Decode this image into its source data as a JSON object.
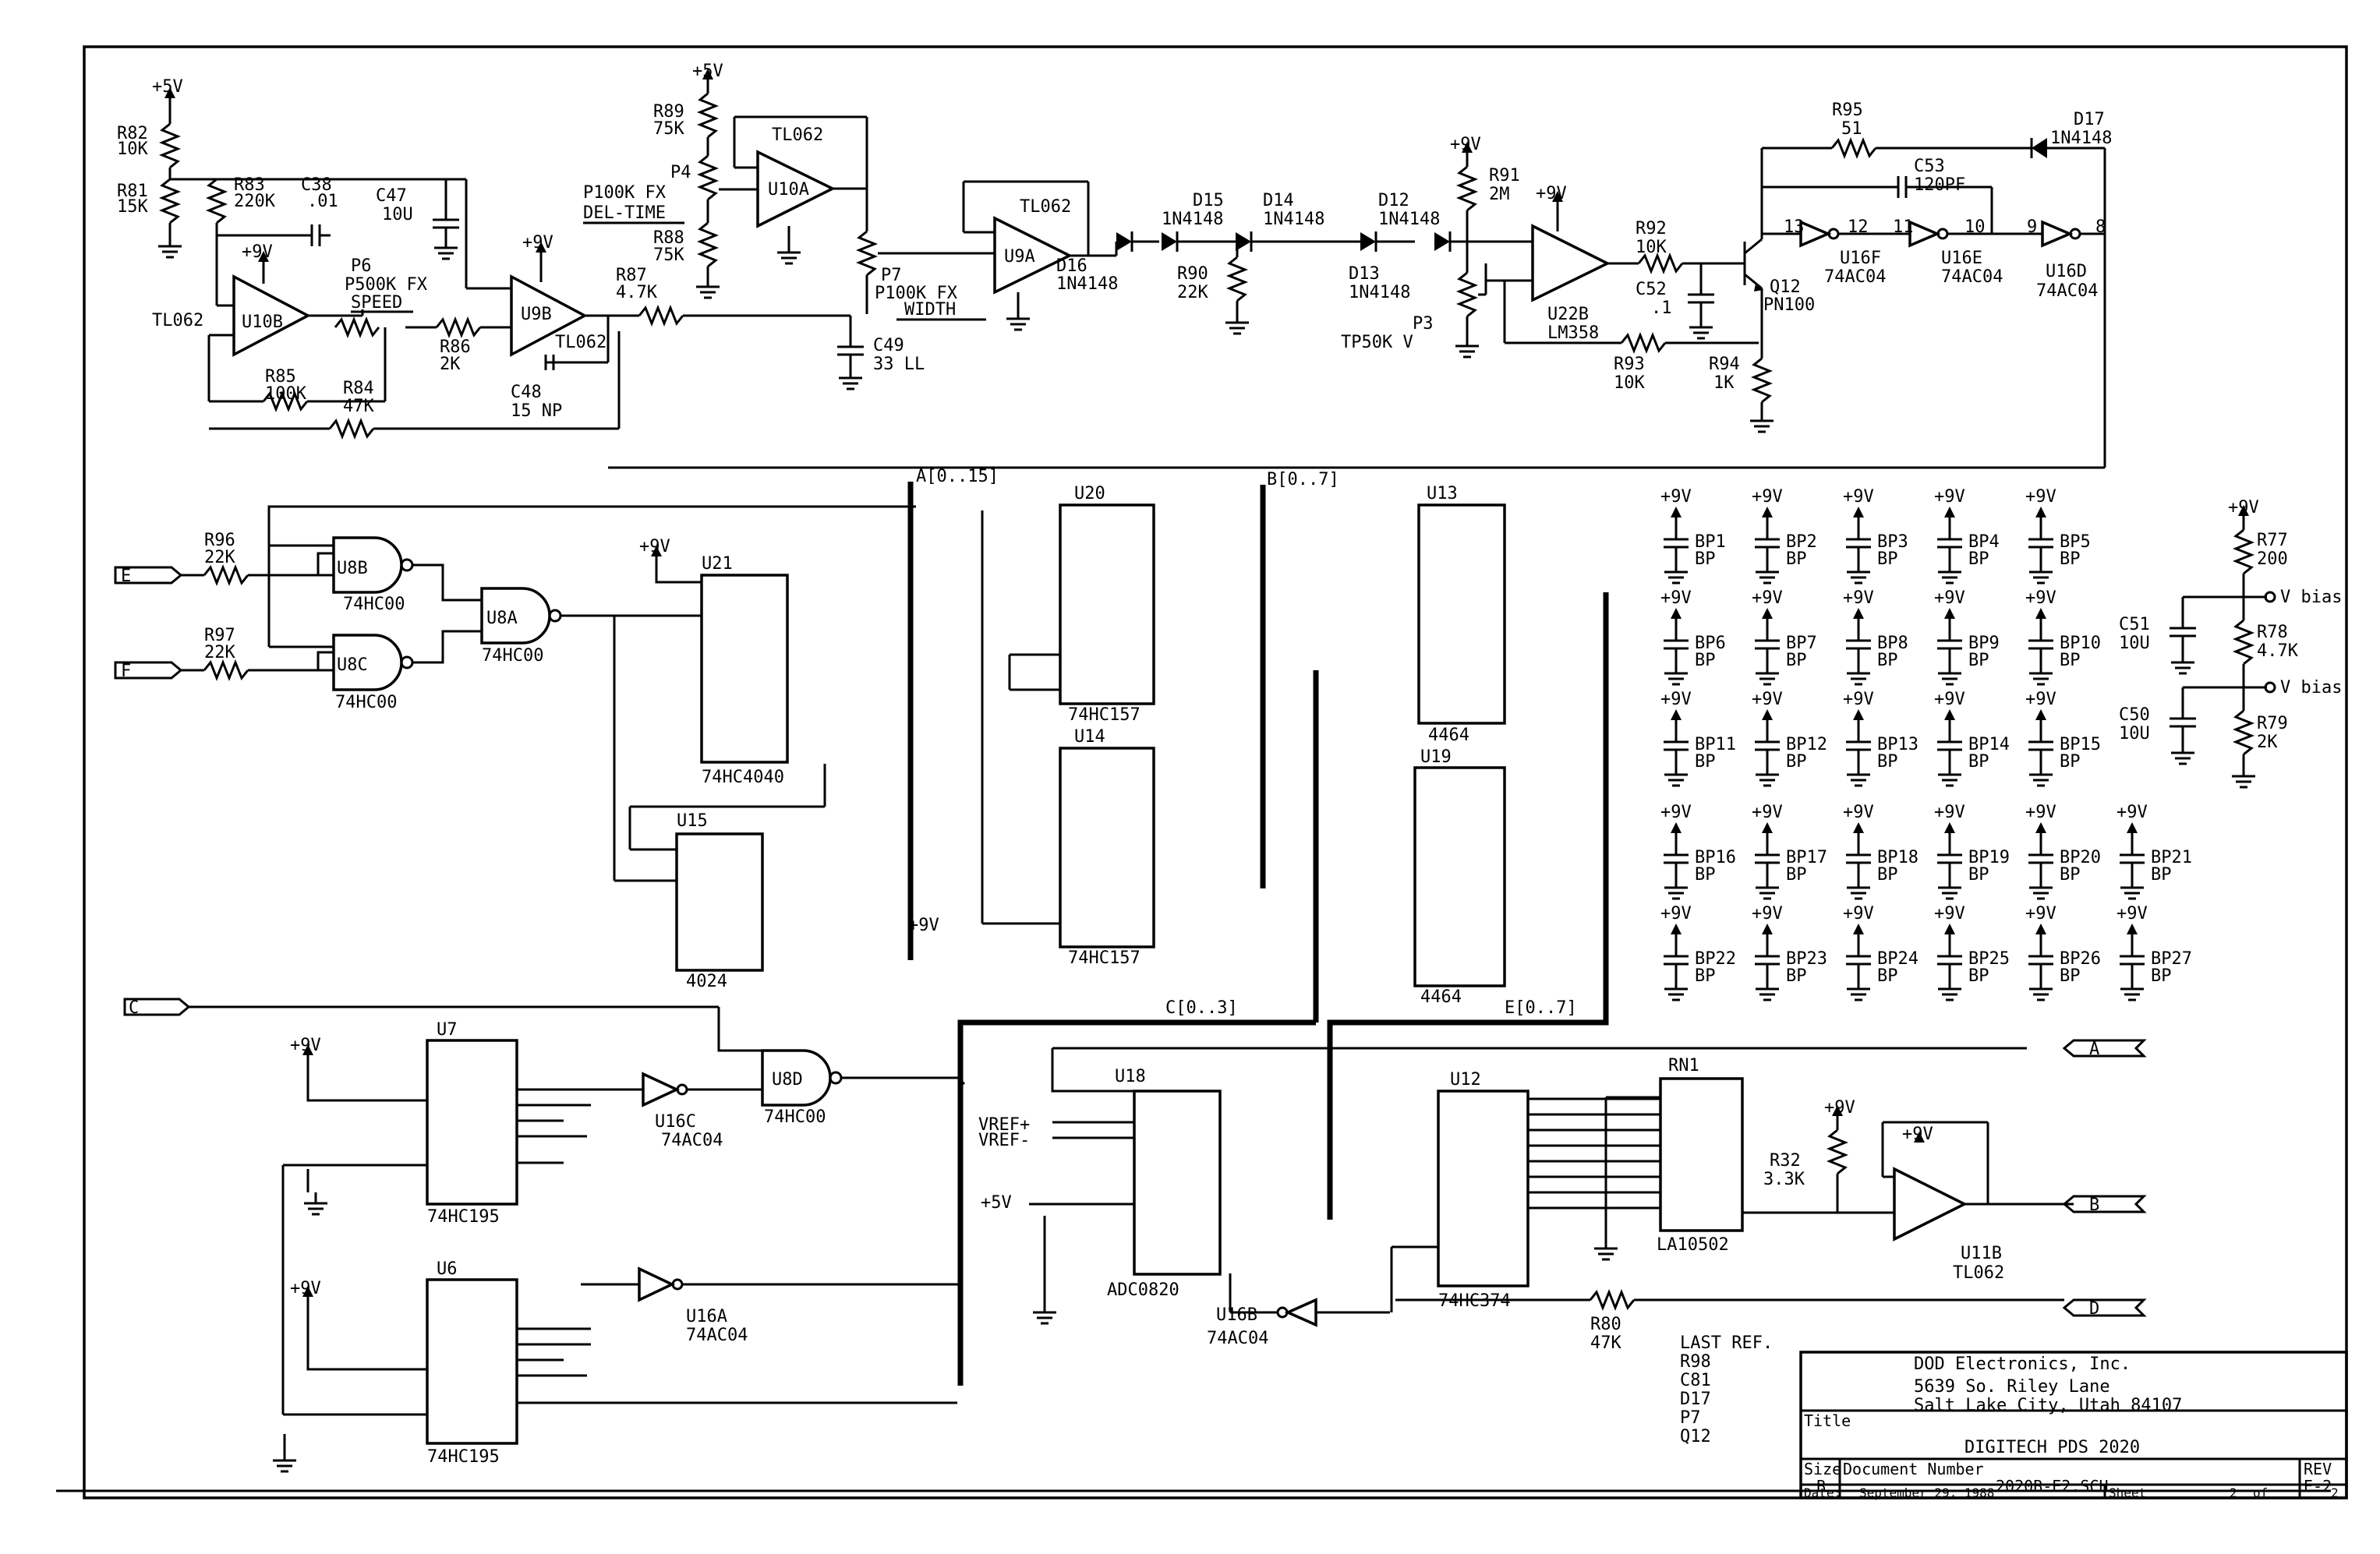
{
  "title_block": {
    "company": "DOD Electronics, Inc.",
    "address1": "5639 So. Riley Lane",
    "address2": "Salt Lake City, Utah  84107",
    "title_label": "Title",
    "title": "DIGITECH PDS 2020",
    "size_label": "Size",
    "size": "B",
    "docnum_label": "Document Number",
    "docnum": "2020B-E2.SCH",
    "rev_label": "REV",
    "rev": "E-2",
    "date_label": "Date:",
    "date": "September 29, 1988",
    "sheet_label": "Sheet",
    "sheet": "2",
    "of_label": "of",
    "of": "2"
  },
  "last_ref": {
    "label": "LAST REF.",
    "items": [
      "R98",
      "C81",
      "D17",
      "P7",
      "Q12"
    ]
  },
  "connectors": {
    "E": "E",
    "F": "F",
    "C": "C",
    "A": "A",
    "B": "B",
    "D": "D"
  },
  "buses": {
    "a": "A[0..15]",
    "b": "B[0..7]",
    "c": "C[0..3]",
    "e": "E[0..7]"
  },
  "analog": {
    "vcc5": "+5V",
    "vcc9": "+9V",
    "r82": "R82",
    "r82v": "10K",
    "r81": "R81",
    "r81v": "15K",
    "r83": "R83",
    "r83v": "220K",
    "c38": "C38",
    "c38v": ".01",
    "c47": "C47",
    "c47v": "10U",
    "u10b": "U10B",
    "tl062": "TL062",
    "p6": "P6",
    "p6v": "P500K FX",
    "p6n": "SPEED",
    "r85": "R85",
    "r85v": "100K",
    "r84": "R84",
    "r84v": "47K",
    "r86": "R86",
    "r86v": "2K",
    "u9b": "U9B",
    "r87": "R87",
    "r87v": "4.7K",
    "c48": "C48",
    "c48v": "15 NP",
    "r89": "R89",
    "r89v": "75K",
    "p4": "P4",
    "p4v": "P100K FX",
    "p4n": "DEL-TIME",
    "r88": "R88",
    "r88v": "75K",
    "u10a": "U10A",
    "p7": "P7",
    "p7v": "P100K FX",
    "p7n": "WIDTH",
    "c49": "C49",
    "c49v": "33 LL",
    "u9a": "U9A",
    "d16": "D16",
    "d15": "D15",
    "d14": "D14",
    "d12": "D12",
    "d13": "D13",
    "d17": "D17",
    "n4148": "1N4148",
    "r90": "R90",
    "r90v": "22K",
    "r91": "R91",
    "r91v": "2M",
    "p3": "P3",
    "p3v": "TP50K V",
    "u22b": "U22B",
    "lm358": "LM358",
    "r92": "R92",
    "r92v": "10K",
    "c52": "C52",
    "c52v": ".1",
    "r93": "R93",
    "r93v": "10K",
    "r94": "R94",
    "r94v": "1K",
    "q12": "Q12",
    "q12v": "PN100",
    "r95": "R95",
    "r95v": "51",
    "c53": "C53",
    "c53v": "120PF",
    "u16f": "U16F",
    "u16e": "U16E",
    "u16d": "U16D",
    "ac04": "74AC04"
  },
  "logic": {
    "r96": "R96",
    "r96v": "22K",
    "r97": "R97",
    "r97v": "22K",
    "u8b": "U8B",
    "u8c": "U8C",
    "u8a": "U8A",
    "u8d": "U8D",
    "hc00": "74HC00",
    "u21": "U21",
    "hc4040": "74HC4040",
    "u15": "U15",
    "cd4024": "4024",
    "u20": "U20",
    "u14": "U14",
    "hc157": "74HC157",
    "u13": "U13",
    "u19": "U19",
    "d4464": "4464",
    "u7": "U7",
    "u6": "U6",
    "hc195": "74HC195",
    "u16c": "U16C",
    "u16a": "U16A",
    "u16b": "U16B",
    "u18": "U18",
    "adc": "ADC0820",
    "u12": "U12",
    "hc374": "74HC374",
    "rn1": "RN1",
    "la": "LA10502",
    "r32": "R32",
    "r32v": "3.3K",
    "u11b": "U11B",
    "r80": "R80",
    "r80v": "47K",
    "vref_p": "VREF+",
    "vref_m": "VREF-",
    "plus9v": "+9V"
  },
  "bypass": {
    "caps": [
      "BP1",
      "BP2",
      "BP3",
      "BP4",
      "BP5",
      "BP6",
      "BP7",
      "BP8",
      "BP9",
      "BP10",
      "BP11",
      "BP12",
      "BP13",
      "BP14",
      "BP15",
      "BP16",
      "BP17",
      "BP18",
      "BP19",
      "BP20",
      "BP21",
      "BP22",
      "BP23",
      "BP24",
      "BP25",
      "BP26",
      "BP27"
    ],
    "sub": "BP",
    "r77": "R77",
    "r77v": "200",
    "r78": "R78",
    "r78v": "4.7K",
    "r79": "R79",
    "r79v": "2K",
    "c51": "C51",
    "c51v": "10U",
    "c50": "C50",
    "c50v": "10U",
    "vbias": "V bias"
  }
}
